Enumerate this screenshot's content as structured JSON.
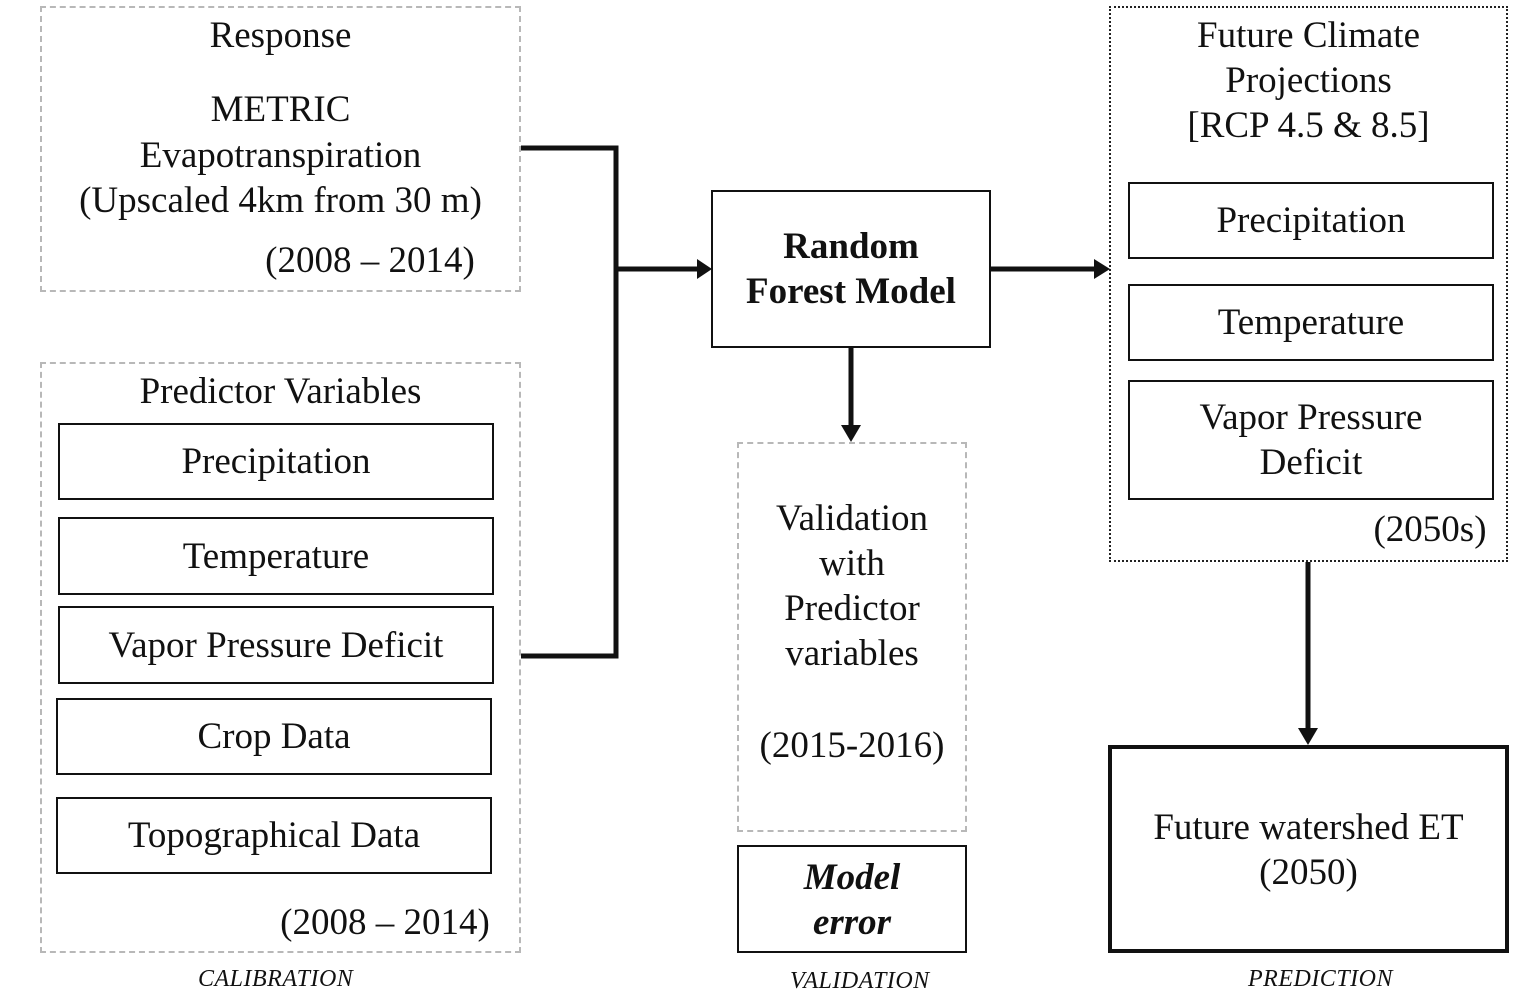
{
  "response": {
    "heading": "Response",
    "line1": "METRIC",
    "line2": "Evapotranspiration",
    "line3": "(Upscaled 4km from 30 m)",
    "years": "(2008 – 2014)"
  },
  "predictors": {
    "heading": "Predictor Variables",
    "items": [
      "Precipitation",
      "Temperature",
      "Vapor Pressure Deficit",
      "Crop Data",
      "Topographical Data"
    ],
    "years": "(2008 – 2014)"
  },
  "model": {
    "line1": "Random",
    "line2": "Forest Model"
  },
  "validation": {
    "line1": "Validation",
    "line2": "with",
    "line3": "Predictor",
    "line4": "variables",
    "years": "(2015-2016)"
  },
  "model_error": {
    "line1": "Model",
    "line2": "error"
  },
  "future": {
    "line1": "Future Climate",
    "line2": "Projections",
    "line3": "[RCP 4.5 & 8.5]",
    "items": [
      "Precipitation",
      "Temperature"
    ],
    "vpd_line1": "Vapor Pressure",
    "vpd_line2": "Deficit",
    "years": "(2050s)"
  },
  "output": {
    "line1": "Future watershed ET",
    "line2": "(2050)"
  },
  "sections": {
    "calibration": "CALIBRATION",
    "validation": "VALIDATION",
    "prediction": "PREDICTION"
  }
}
